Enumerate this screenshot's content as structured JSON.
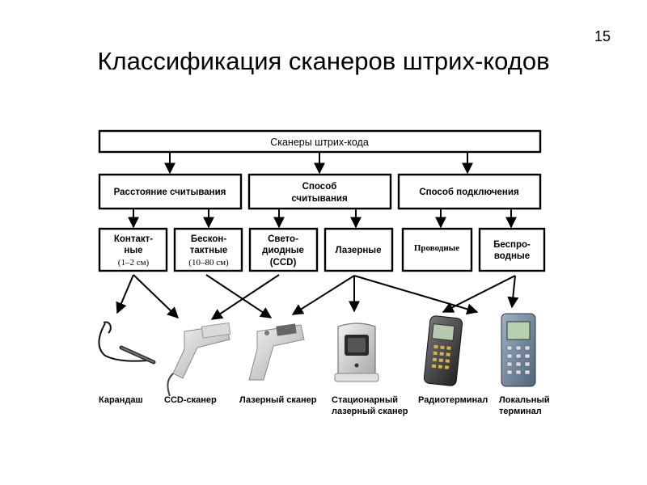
{
  "slide": {
    "number": "15",
    "title": "Классификация сканеров штрих-кодов"
  },
  "diagram": {
    "root": "Сканеры штрих-кода",
    "categories": [
      {
        "line1": "Расстояние считывания"
      },
      {
        "line1": "Способ",
        "line2": "считывания"
      },
      {
        "line1": "Способ подключения"
      }
    ],
    "types": {
      "contact": {
        "line1": "Контакт-",
        "line2": "ные",
        "line3": "(1–2 см)"
      },
      "contactless": {
        "line1": "Бескон-",
        "line2": "тактные",
        "line3": "(10–80 см)"
      },
      "led": {
        "line1": "Свето-",
        "line2": "диодные",
        "line3": "(CCD)"
      },
      "laser": {
        "line1": "Лазерные"
      },
      "wired": {
        "line1": "Проводные"
      },
      "wireless": {
        "line1": "Беспро-",
        "line2": "водные"
      }
    },
    "devices": [
      {
        "icon": "pen-scanner-icon",
        "line1": "Карандаш"
      },
      {
        "icon": "ccd-scanner-icon",
        "line1": "CCD-сканер"
      },
      {
        "icon": "laser-scanner-icon",
        "line1": "Лазерный сканер"
      },
      {
        "icon": "stationary-scanner-icon",
        "line1": "Стационарный",
        "line2": "лазерный сканер"
      },
      {
        "icon": "radio-terminal-icon",
        "line1": "Радиотерминал"
      },
      {
        "icon": "local-terminal-icon",
        "line1": "Локальный",
        "line2": "терминал"
      }
    ]
  }
}
